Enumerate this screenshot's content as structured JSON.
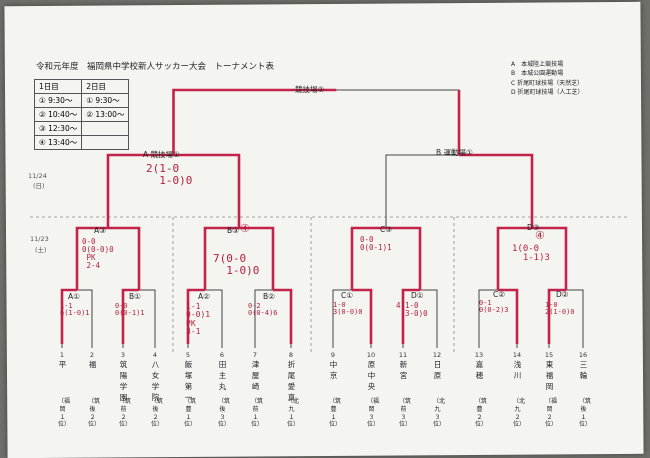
{
  "title": "令和元年度　福岡県中学校新人サッカー大会　トーナメント表",
  "schedule": {
    "headers": [
      "1日目",
      "2日目"
    ],
    "day1": [
      "① 9:30～",
      "② 10:40～",
      "③ 12:30～",
      "④ 13:40～"
    ],
    "day2": [
      "① 9:30～",
      "② 13:00～"
    ]
  },
  "venues_legend": [
    "A　本城陸上競技場",
    "B　本城公園運動場",
    "C 折尾町球技場（天然芝）",
    "D 折尾町球技場（人工芝）"
  ],
  "dates": {
    "day2": "11/24",
    "day2_dow": "(日)",
    "day1": "11/23",
    "day1_dow": "(土)"
  },
  "final": {
    "label": "競技場②"
  },
  "semis": [
    {
      "label": "A 競技場①",
      "score": "2(1-0\n  1-0)0"
    },
    {
      "label": "B 運動場①",
      "score": ""
    }
  ],
  "quarters": [
    {
      "label": "A③",
      "score": "0-0\n0(0-0)0\n PK\n 2-4"
    },
    {
      "label": "B③",
      "mark": "④",
      "score": "7(0-0\n  1-0)0"
    },
    {
      "label": "C③",
      "score": "0-0\n0(0-1)1"
    },
    {
      "label": "D③",
      "mark": "④",
      "score": "1(0-0\n  1-1)3"
    }
  ],
  "firsts": [
    {
      "label": "A①",
      "score": "1-1\n6(1-0)1"
    },
    {
      "label": "B①",
      "score": "0-0\n0(0-1)1"
    },
    {
      "label": "A②",
      "score": "1-1\n0-0)1\nPK\n3-1"
    },
    {
      "label": "B②",
      "score": "0-2\n0(0-4)6"
    },
    {
      "label": "C①",
      "score": "1-0\n3(0-0)0"
    },
    {
      "label": "D①",
      "score": "4(1-0\n  3-0)0"
    },
    {
      "label": "C②",
      "score": "0-1\n0(0-2)3"
    },
    {
      "label": "D②",
      "score": "1-0\n2(1-0)0"
    }
  ],
  "teams": [
    {
      "num": "1",
      "name": "平",
      "region": "（福岡１位）"
    },
    {
      "num": "2",
      "name": "福",
      "region": "（筑後２位）"
    },
    {
      "num": "3",
      "name": "筑陽学園",
      "region": "（筑前２位）"
    },
    {
      "num": "4",
      "name": "八女学院",
      "region": "（筑後２位）"
    },
    {
      "num": "5",
      "name": "飯塚第一",
      "region": "（筑豊１位）"
    },
    {
      "num": "6",
      "name": "田主丸",
      "region": "（筑後３位）"
    },
    {
      "num": "7",
      "name": "津屋崎",
      "region": "（筑前１位）"
    },
    {
      "num": "8",
      "name": "折尾愛真",
      "region": "（北九１位）"
    },
    {
      "num": "9",
      "name": "中京",
      "region": "（筑豊１位）"
    },
    {
      "num": "10",
      "name": "原中央",
      "region": "（福岡３位）"
    },
    {
      "num": "11",
      "name": "新宮",
      "region": "（筑前３位）"
    },
    {
      "num": "12",
      "name": "日原",
      "region": "（北九３位）"
    },
    {
      "num": "13",
      "name": "嘉穂",
      "region": "（筑豊２位）"
    },
    {
      "num": "14",
      "name": "浅川",
      "region": "（北九２位）"
    },
    {
      "num": "15",
      "name": "東福岡",
      "region": "（福岡２位）"
    },
    {
      "num": "16",
      "name": "三輪",
      "region": "（筑後１位）"
    }
  ]
}
